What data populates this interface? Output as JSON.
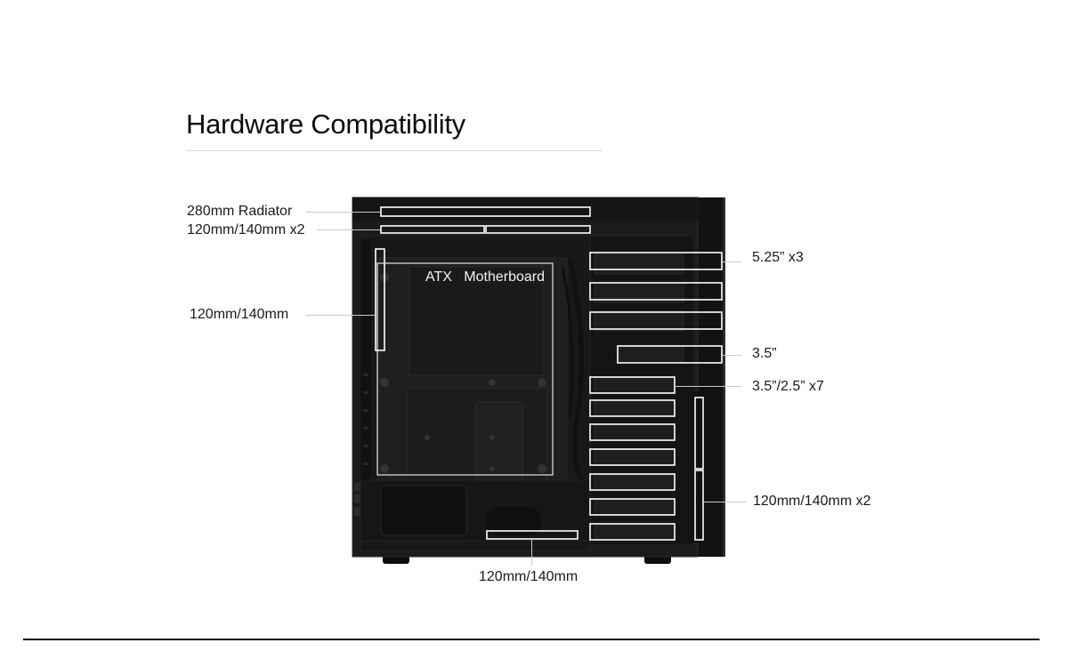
{
  "header": {
    "title": "Hardware Compatibility"
  },
  "diagram": {
    "board_label": "ATX   Motherboard",
    "callouts": {
      "top_radiator": "280mm Radiator",
      "top_fans": "120mm/140mm  x2",
      "rear_fan": "120mm/140mm",
      "bay_525": "5.25” x3",
      "bay_35": "3.5”",
      "bay_35_25": "3.5”/2.5” x7",
      "front_fans": "120mm/140mm  x2",
      "bottom_fan": "120mm/140mm"
    }
  },
  "colors": {
    "case_body": "#1b1b1b",
    "case_edge": "#2c2c2c",
    "outline": "#ffffff",
    "leader_line": "#c8c8c8",
    "text": "#111111"
  }
}
